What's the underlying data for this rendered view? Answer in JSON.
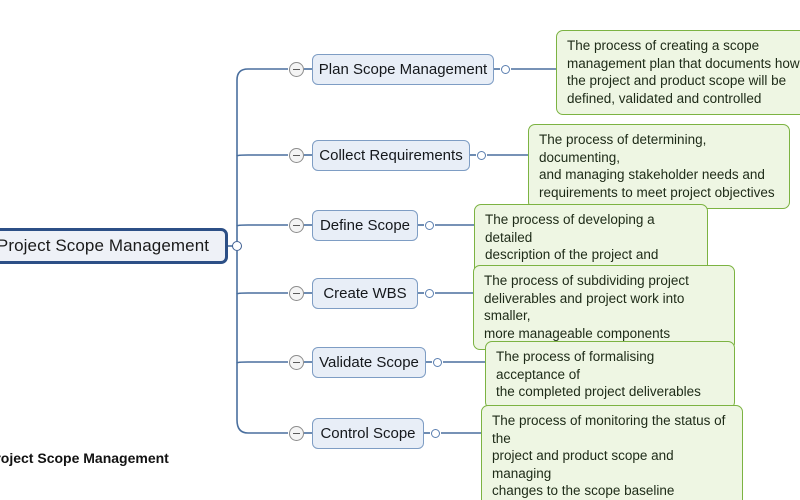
{
  "diagram": {
    "title": "Project Scope Management",
    "caption": "Project Scope Management",
    "colors": {
      "root_border": "#2c4f86",
      "root_fill": "#eef1f7",
      "node_border": "#7e9dc4",
      "node_fill": "#e8eef7",
      "desc_border": "#7cb342",
      "desc_fill": "#eef6e3",
      "connector": "#4a6f9e",
      "background": "#ffffff"
    },
    "root": {
      "label": "Project Scope Management",
      "hub_icon": "connector-dot-icon"
    },
    "branches": [
      {
        "id": "plan-scope-management",
        "label": "Plan Scope Management",
        "toggle_icon": "collapse-minus-icon",
        "link_icon": "connector-dot-icon",
        "description": "The process of creating a scope management plan that documents how the project and product scope will be defined, validated and controlled"
      },
      {
        "id": "collect-requirements",
        "label": "Collect Requirements",
        "toggle_icon": "collapse-minus-icon",
        "link_icon": "connector-dot-icon",
        "description": "The process of determining, documenting,\nand managing stakeholder needs and\nrequirements to meet project objectives"
      },
      {
        "id": "define-scope",
        "label": "Define Scope",
        "toggle_icon": "collapse-minus-icon",
        "link_icon": "connector-dot-icon",
        "description": "The process of developing a detailed\ndescription of the project and product"
      },
      {
        "id": "create-wbs",
        "label": "Create WBS",
        "toggle_icon": "collapse-minus-icon",
        "link_icon": "connector-dot-icon",
        "description": "The process of subdividing project\ndeliverables and project work into smaller,\nmore manageable components"
      },
      {
        "id": "validate-scope",
        "label": "Validate Scope",
        "toggle_icon": "collapse-minus-icon",
        "link_icon": "connector-dot-icon",
        "description": "The process of formalising acceptance of\nthe completed project deliverables"
      },
      {
        "id": "control-scope",
        "label": "Control Scope",
        "toggle_icon": "collapse-minus-icon",
        "link_icon": "connector-dot-icon",
        "description": "The process of monitoring the status of the\nproject and product scope and managing\nchanges to the scope baseline"
      }
    ]
  }
}
